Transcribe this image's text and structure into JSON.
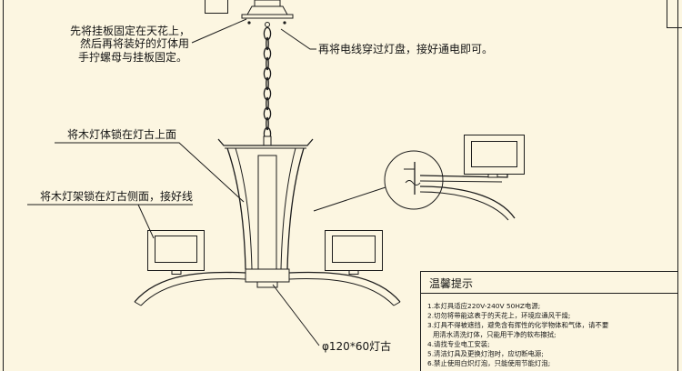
{
  "annotations": {
    "mount_instruction": [
      "先将挂板固定在天花上，",
      "然后再将装好的灯体用",
      "手拧螺母与挂板固定。"
    ],
    "wiring_instruction": "再将电线穿过灯盘，接好通电即可。",
    "body_instruction": "将木灯体锁在灯古上面",
    "frame_instruction": "将木灯架锁在灯古侧面，接好线",
    "hub_label": "φ120*60灯古"
  },
  "notes": {
    "title": "温馨提示",
    "items": [
      "1.本灯具适应220V-240V 50HZ电源;",
      "2.切勿将带能这表于的天花上，环境应通风干燥;",
      "3.灯具不得被遮挡，避免含有挥性的化学物体和气体，请不要",
      "用清水清洗灯体，只能用干净的软布擦拭;",
      "4.请找专业电工安装;",
      "5.清洁灯具及更换灯泡时，应切断电源;",
      "6.禁止使用白炽灯泡，只能使用节能灯泡;"
    ]
  }
}
